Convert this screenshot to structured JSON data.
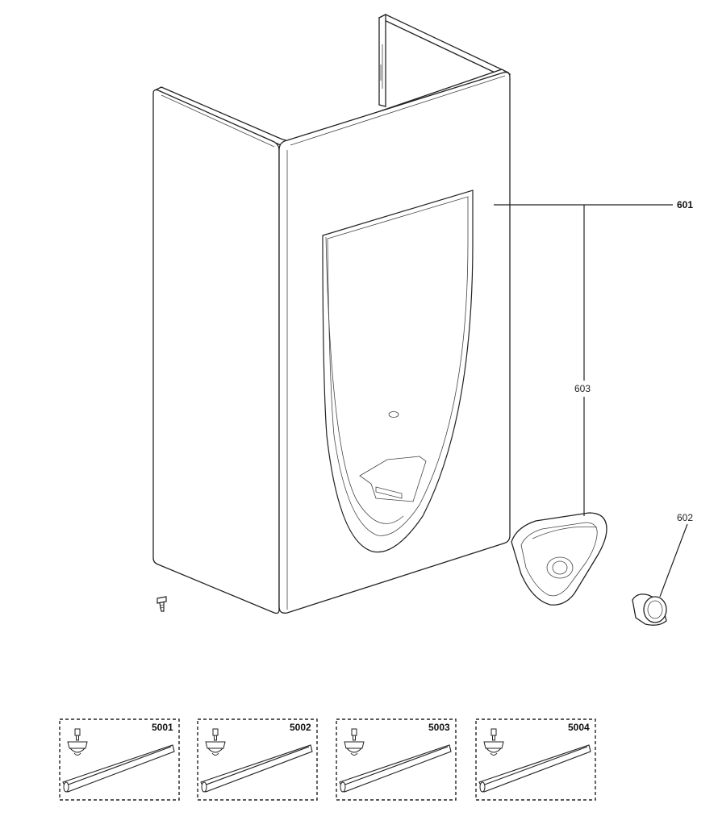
{
  "callouts": {
    "p601": "601",
    "p602": "602",
    "p603": "603"
  },
  "kits": [
    {
      "label": "5001"
    },
    {
      "label": "5002"
    },
    {
      "label": "5003"
    },
    {
      "label": "5004"
    }
  ]
}
